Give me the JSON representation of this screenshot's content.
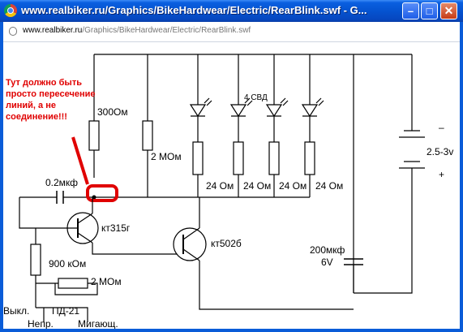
{
  "window": {
    "title": "www.realbiker.ru/Graphics/BikeHardwear/Electric/RearBlink.swf - G...",
    "min_glyph": "–",
    "max_glyph": "□",
    "close_glyph": "✕"
  },
  "address_bar": {
    "host": "www.realbiker.ru",
    "path": "/Graphics/BikeHardwear/Electric/RearBlink.swf"
  },
  "annotation": {
    "lines": [
      "Тут должно быть",
      "просто пересечение",
      "линий, а не",
      "соединение!!!"
    ],
    "color": "#e00000"
  },
  "schematic": {
    "labels": {
      "r_300": "300Ом",
      "r_2m_top": "2 МОм",
      "led_group": "4 СВД",
      "r_led_1": "24 Ом",
      "r_led_2": "24 Ом",
      "r_led_3": "24 Ом",
      "r_led_4": "24 Ом",
      "capacitor_small": "0.2мкф",
      "transistor_1": "кт315г",
      "transistor_2": "кт502б",
      "r_900k": "900 кОм",
      "r_2m_bottom": "2 МОм",
      "switch_off": "Выкл.",
      "switch_name": "ПД-21",
      "switch_continuous": "Непр.",
      "switch_blink": "Мигающ.",
      "cap_big_value": "200мкф",
      "cap_big_voltage": "6V",
      "battery_minus": "–",
      "battery_voltage": "2.5-3v",
      "battery_plus": "+"
    }
  },
  "colors": {
    "titlebar": "#0553d0",
    "highlight": "#e00000"
  }
}
